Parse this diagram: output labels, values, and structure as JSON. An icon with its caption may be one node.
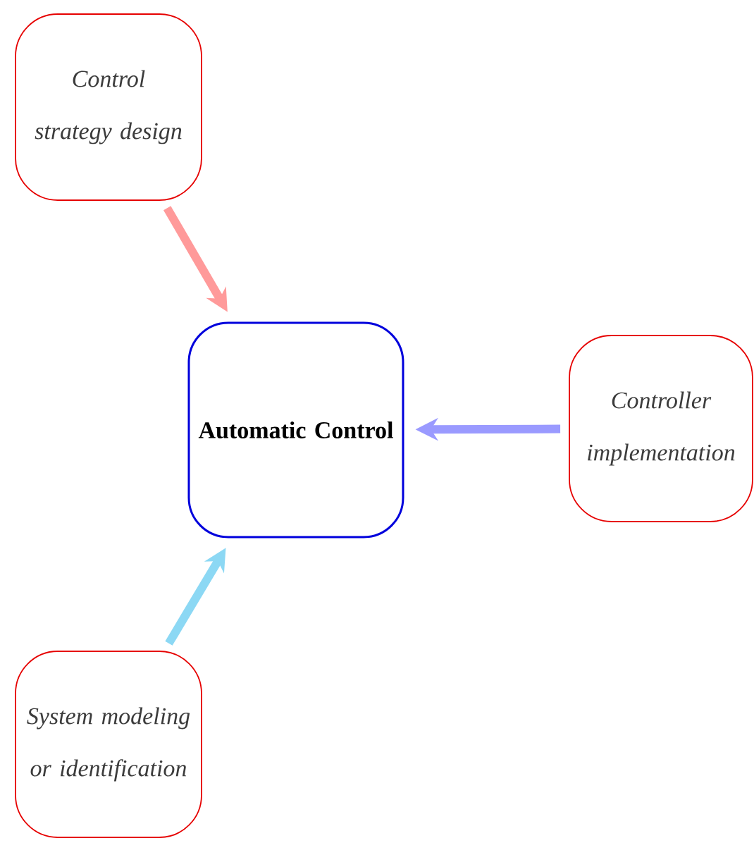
{
  "diagram": {
    "nodes": [
      {
        "text": [
          "Automatic Control"
        ]
      },
      {
        "text": [
          "Control strategy design"
        ]
      },
      {
        "text": [
          "Controller implementation"
        ]
      },
      {
        "text": [
          "System modeling or identification"
        ]
      }
    ],
    "edges": [
      {
        "from": 1,
        "to": 0,
        "arrow": "to",
        "color": "#ff9a9a"
      },
      {
        "from": 2,
        "to": 0,
        "arrow": "to",
        "color": "#9a9aff"
      },
      {
        "from": 3,
        "to": 0,
        "arrow": "to",
        "color": "#8cd8f4"
      }
    ]
  }
}
